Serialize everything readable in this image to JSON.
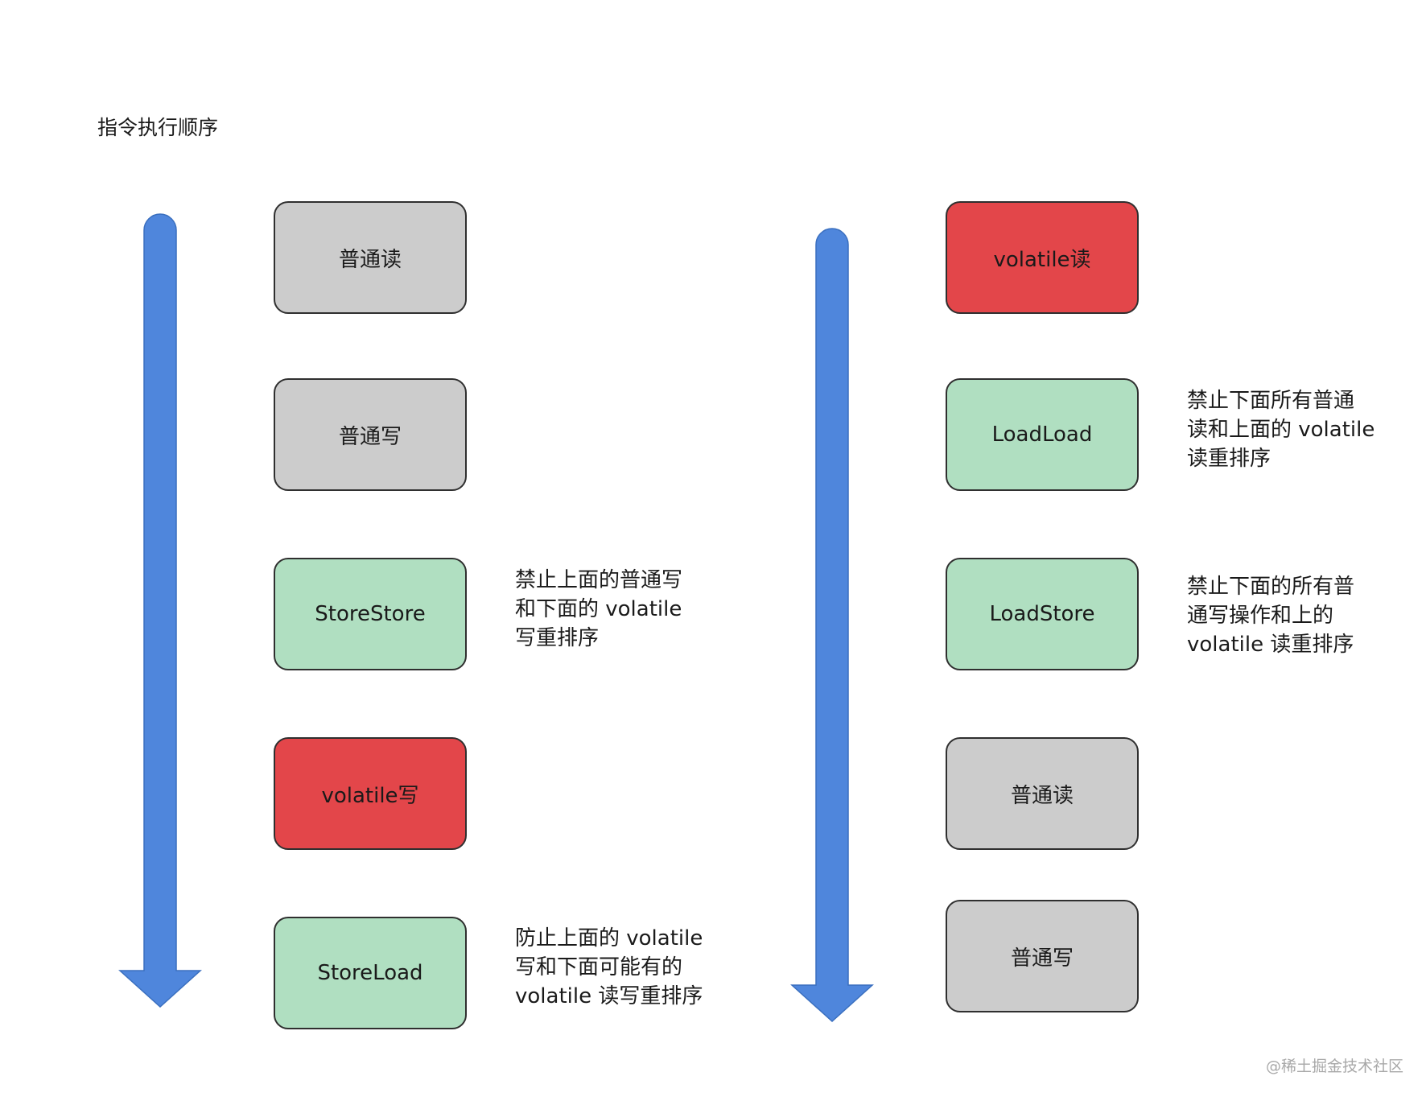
{
  "title": "指令执行顺序",
  "left_sequence": [
    {
      "label": "普通读",
      "kind": "normal"
    },
    {
      "label": "普通写",
      "kind": "normal"
    },
    {
      "label": "StoreStore",
      "kind": "barrier"
    },
    {
      "label": "volatile写",
      "kind": "volatile"
    },
    {
      "label": "StoreLoad",
      "kind": "barrier"
    }
  ],
  "left_notes": {
    "storestore": [
      "禁止上面的普通写",
      "和下面的 volatile",
      "写重排序"
    ],
    "storeload": [
      "防止上面的 volatile",
      "写和下面可能有的",
      "volatile 读写重排序"
    ]
  },
  "right_sequence": [
    {
      "label": "volatile读",
      "kind": "volatile"
    },
    {
      "label": "LoadLoad",
      "kind": "barrier"
    },
    {
      "label": "LoadStore",
      "kind": "barrier"
    },
    {
      "label": "普通读",
      "kind": "normal"
    },
    {
      "label": "普通写",
      "kind": "normal"
    }
  ],
  "right_notes": {
    "loadload": [
      "禁止下面所有普通",
      "读和上面的 volatile",
      "读重排序"
    ],
    "loadstore": [
      "禁止下面的所有普",
      "通写操作和上的",
      "volatile 读重排序"
    ]
  },
  "colors": {
    "arrow": "#4f86dc",
    "normal": "#cccccc",
    "barrier": "#b0dfc1",
    "volatile": "#e3464a",
    "border": "#2f2f2f"
  },
  "watermark": "@稀土掘金技术社区"
}
